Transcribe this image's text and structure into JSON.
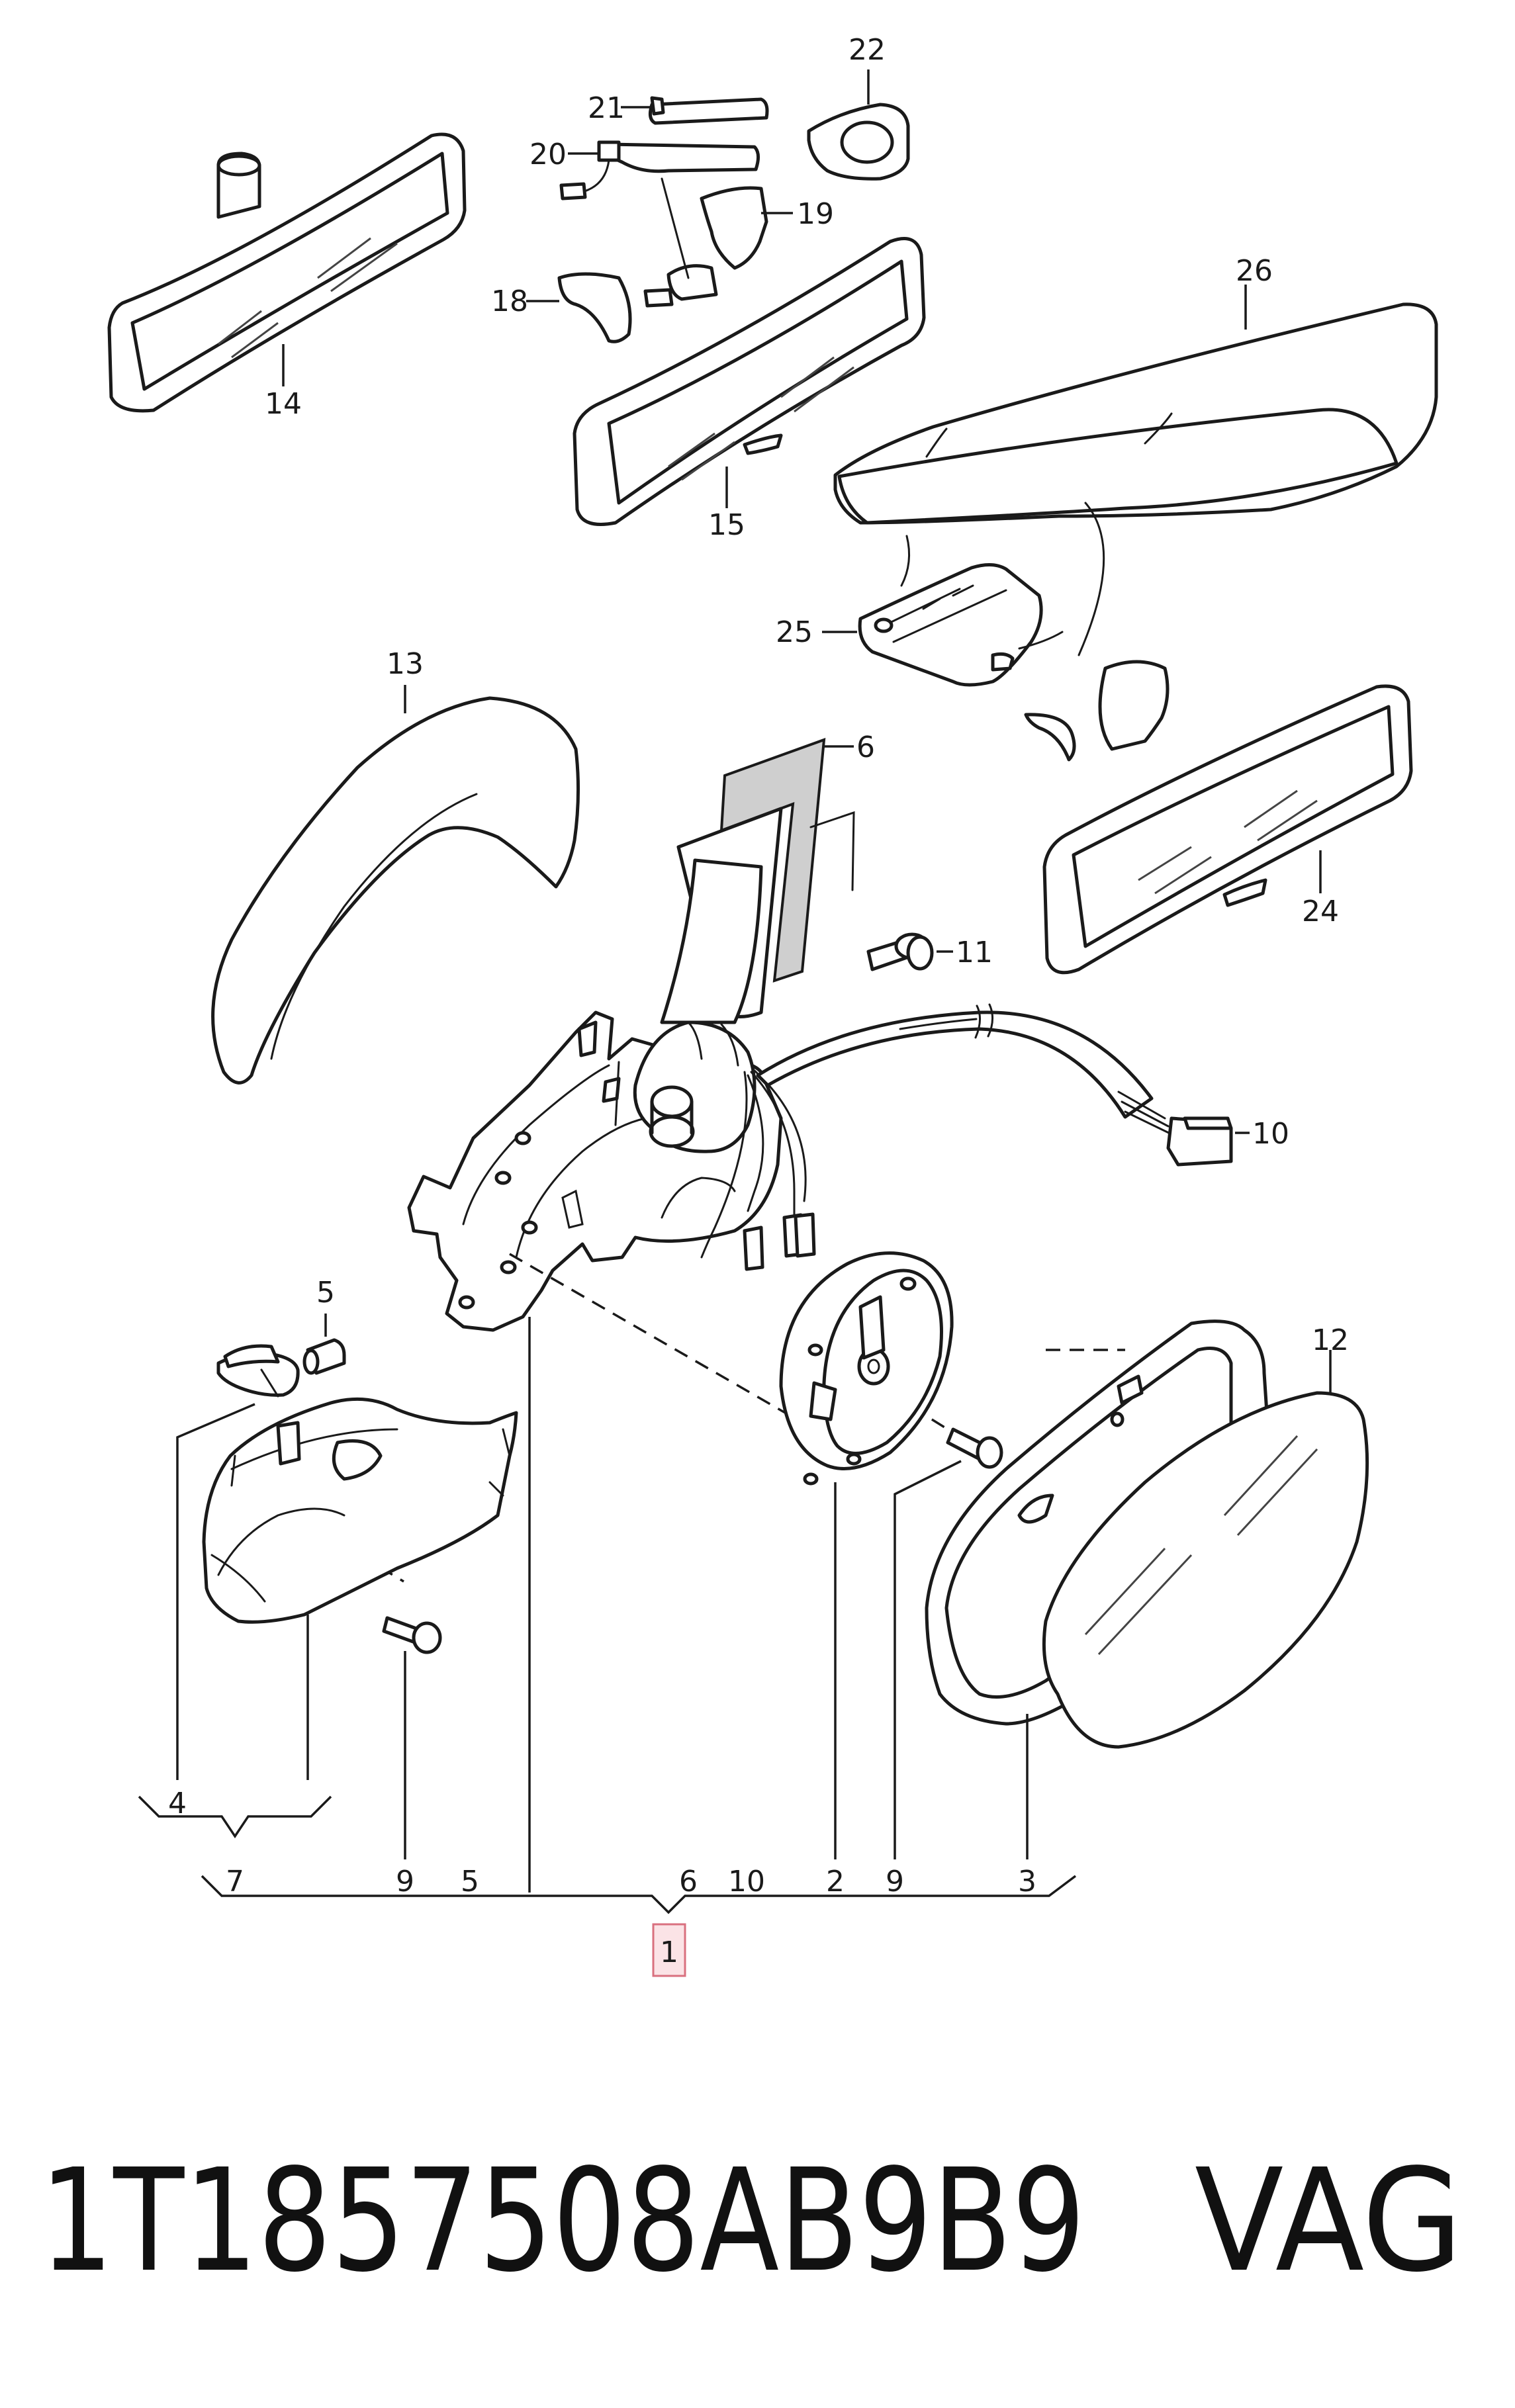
{
  "callouts": {
    "c22": "22",
    "c21": "21",
    "c20": "20",
    "c19": "19",
    "c18": "18",
    "c14": "14",
    "c15": "15",
    "c26": "26",
    "c25": "25",
    "c13": "13",
    "c6": "6",
    "c11": "11",
    "c24": "24",
    "c10": "10",
    "c5": "5",
    "c12": "12",
    "c4": "4",
    "c7": "7",
    "c9a": "9",
    "c5b": "5",
    "c6b": "6",
    "c10b": "10",
    "c2": "2",
    "c9b": "9",
    "c3": "3",
    "c1": "1"
  },
  "footer": {
    "part_number": "1T1857508AB9B9",
    "brand": "VAG"
  },
  "colors": {
    "line": "#1a1a1a",
    "highlight_fill": "#fbe3e6",
    "highlight_stroke": "#d9707f"
  }
}
